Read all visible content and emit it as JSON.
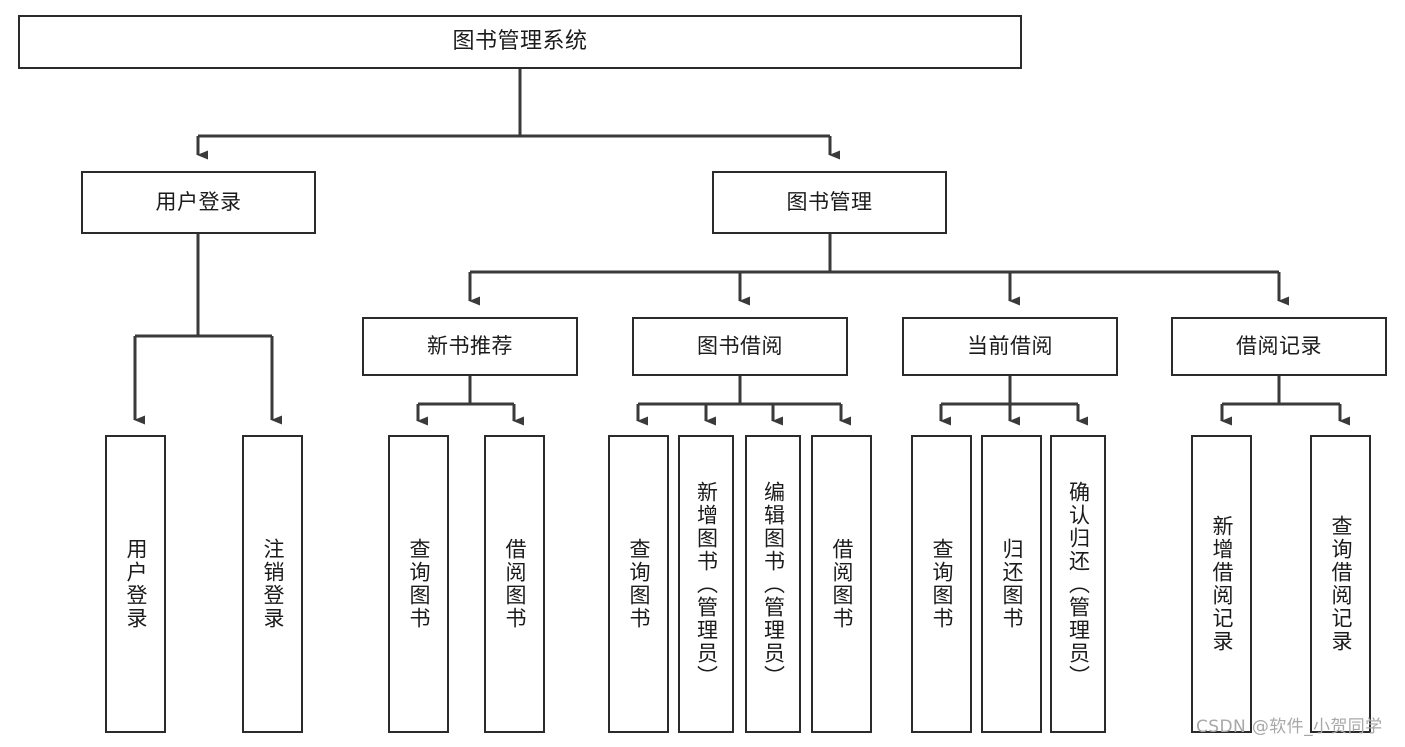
{
  "diagram": {
    "title": "图书管理系统",
    "type": "hierarchy-tree",
    "watermark": "CSDN @软件_小贺同学",
    "colors": {
      "box_border": "#2b2b2b",
      "box_fill": "#ffffff",
      "connector": "#3a3a3a",
      "text": "#1b1b1b",
      "watermark": "#a8a8a8"
    },
    "levels": {
      "level1": [
        {
          "id": "root",
          "label": "图书管理系统"
        }
      ],
      "level2": [
        {
          "id": "user-login",
          "label": "用户登录"
        },
        {
          "id": "book-manage",
          "label": "图书管理"
        }
      ],
      "level3": [
        {
          "id": "new-book-rec",
          "label": "新书推荐"
        },
        {
          "id": "book-borrow",
          "label": "图书借阅"
        },
        {
          "id": "current-borrow",
          "label": "当前借阅"
        },
        {
          "id": "borrow-record",
          "label": "借阅记录"
        }
      ],
      "level4": [
        {
          "id": "leaf-user-login",
          "label": "用户登录",
          "parent": "user-login"
        },
        {
          "id": "leaf-logout-login",
          "label": "注销登录",
          "parent": "user-login"
        },
        {
          "id": "leaf-query-book-1",
          "label": "查询图书",
          "parent": "new-book-rec"
        },
        {
          "id": "leaf-borrow-book-1",
          "label": "借阅图书",
          "parent": "new-book-rec"
        },
        {
          "id": "leaf-query-book-2",
          "label": "查询图书",
          "parent": "book-borrow"
        },
        {
          "id": "leaf-add-book",
          "label": "新增图书（管理员）",
          "parent": "book-borrow"
        },
        {
          "id": "leaf-edit-book",
          "label": "编辑图书（管理员）",
          "parent": "book-borrow"
        },
        {
          "id": "leaf-borrow-book-2",
          "label": "借阅图书",
          "parent": "book-borrow"
        },
        {
          "id": "leaf-query-book-3",
          "label": "查询图书",
          "parent": "current-borrow"
        },
        {
          "id": "leaf-return-book",
          "label": "归还图书",
          "parent": "current-borrow"
        },
        {
          "id": "leaf-confirm-return",
          "label": "确认归还（管理员）",
          "parent": "current-borrow"
        },
        {
          "id": "leaf-add-record",
          "label": "新增借阅记录",
          "parent": "borrow-record"
        },
        {
          "id": "leaf-query-record",
          "label": "查询借阅记录",
          "parent": "borrow-record"
        }
      ]
    }
  }
}
